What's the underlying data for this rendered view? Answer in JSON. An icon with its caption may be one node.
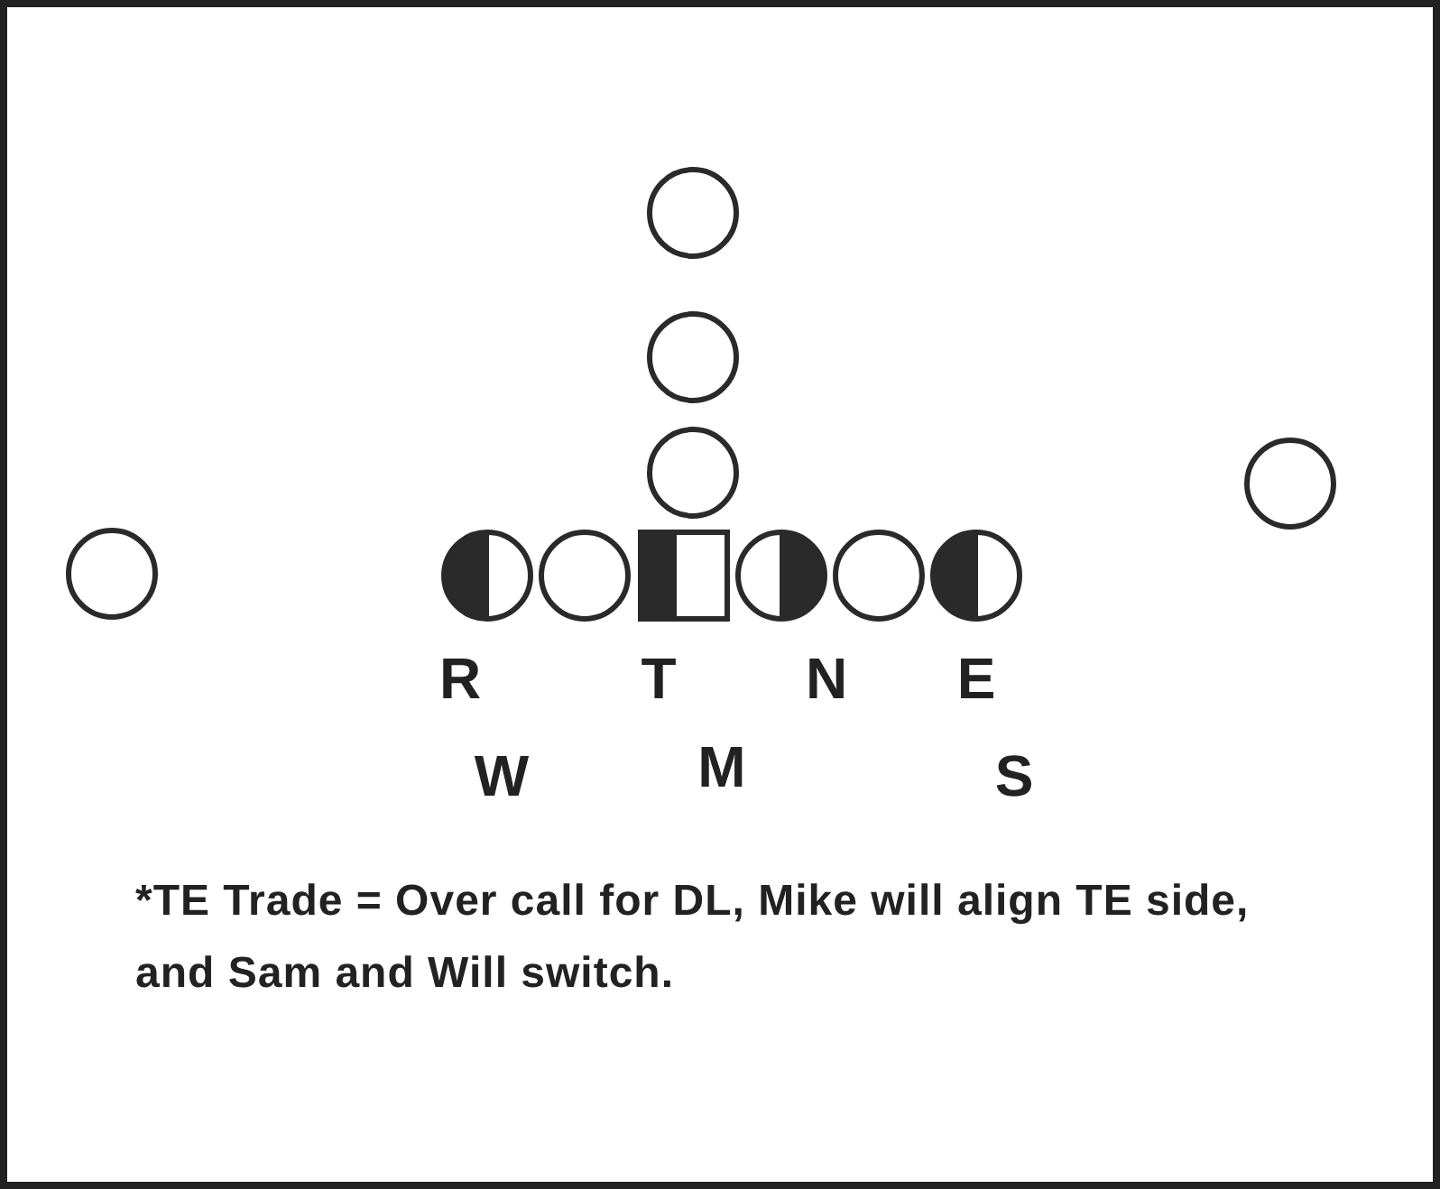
{
  "diagram": {
    "labels": [
      "R",
      "T",
      "N",
      "E",
      "W",
      "M",
      "S",
      "*TE Trade = Over call for DL, Mike will align TE side, and Sam and Will switch."
    ]
  }
}
